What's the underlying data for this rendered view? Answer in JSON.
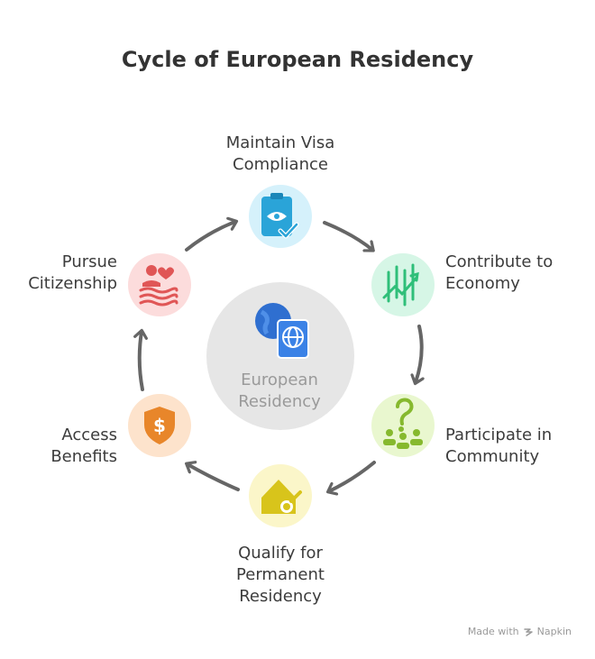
{
  "title": "Cycle of European Residency",
  "center": {
    "line1": "European",
    "line2": "Residency",
    "icon": "globe-passport-icon"
  },
  "steps": [
    {
      "id": "maintain",
      "line1": "Maintain Visa",
      "line2": "Compliance",
      "icon": "clipboard-check-icon",
      "color": "#d5f1fb",
      "iconColor": "#2aa4d8"
    },
    {
      "id": "contribute",
      "line1": "Contribute to",
      "line2": "Economy",
      "icon": "growth-chart-icon",
      "color": "#d6f6e6",
      "iconColor": "#2fbf79"
    },
    {
      "id": "participate",
      "line1": "Participate in",
      "line2": "Community",
      "icon": "community-people-icon",
      "color": "#e9f7cf",
      "iconColor": "#86b92e"
    },
    {
      "id": "qualify",
      "line1": "Qualify for",
      "line2": "Permanent",
      "line3": "Residency",
      "icon": "house-key-icon",
      "color": "#fbf6c9",
      "iconColor": "#d8c41b"
    },
    {
      "id": "access",
      "line1": "Access",
      "line2": "Benefits",
      "icon": "shield-dollar-icon",
      "color": "#fde3cc",
      "iconColor": "#e8862a"
    },
    {
      "id": "pursue",
      "line1": "Pursue",
      "line2": "Citizenship",
      "icon": "person-heart-flag-icon",
      "color": "#fcdcdc",
      "iconColor": "#e05656"
    }
  ],
  "footer": {
    "prefix": "Made with",
    "brand": "Napkin"
  }
}
